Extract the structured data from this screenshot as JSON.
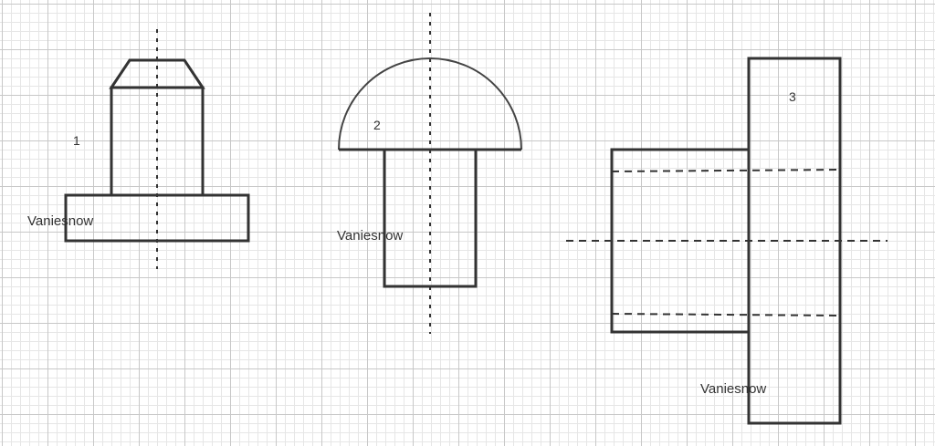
{
  "figures": [
    {
      "number": "1",
      "watermark": "Vaniesnow"
    },
    {
      "number": "2",
      "watermark": "Vaniesnow"
    },
    {
      "number": "3",
      "watermark": "Vaniesnow"
    }
  ]
}
